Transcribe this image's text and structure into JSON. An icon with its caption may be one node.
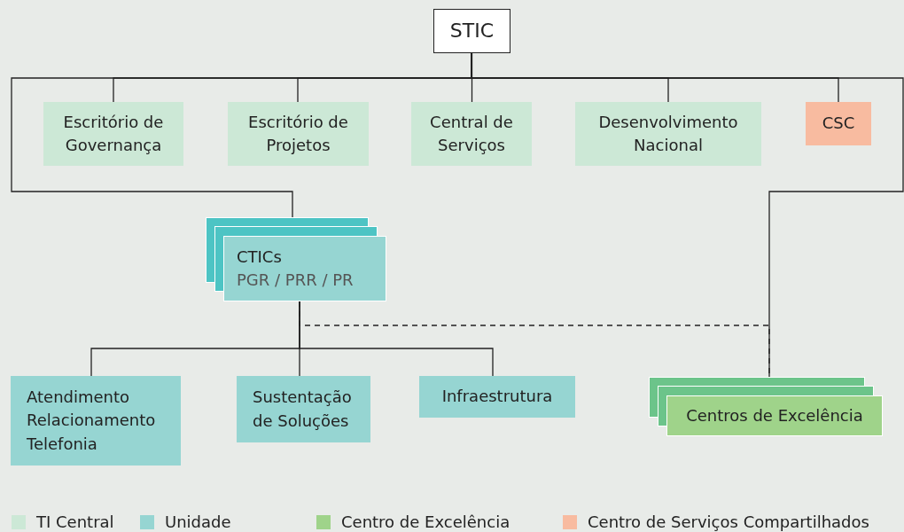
{
  "diagram": {
    "nodes": [
      {
        "text": [
          "STIC"
        ]
      },
      {
        "text": [
          "Escritório de Governança"
        ]
      },
      {
        "text": [
          "Escritório de Projetos"
        ]
      },
      {
        "text": [
          "Central de Serviços"
        ]
      },
      {
        "text": [
          "Desenvolvimento Nacional"
        ]
      },
      {
        "text": [
          "CSC"
        ]
      },
      {
        "text": [
          "CTICs",
          "PGR / PRR / PR"
        ]
      },
      {
        "text": [
          "Atendimento Relacionamento Telefonia"
        ]
      },
      {
        "text": [
          "Sustentação de Soluções"
        ]
      },
      {
        "text": [
          "Infraestrutura"
        ]
      },
      {
        "text": [
          "Centros de Excelência"
        ]
      }
    ],
    "edges": [
      {
        "from": 0,
        "to": 1,
        "arrow": "none"
      },
      {
        "from": 0,
        "to": 2,
        "arrow": "none"
      },
      {
        "from": 0,
        "to": 3,
        "arrow": "none"
      },
      {
        "from": 0,
        "to": 4,
        "arrow": "none"
      },
      {
        "from": 0,
        "to": 5,
        "arrow": "none"
      },
      {
        "from": 0,
        "to": 6,
        "arrow": "none"
      },
      {
        "from": 0,
        "to": 10,
        "arrow": "none"
      },
      {
        "from": 6,
        "to": 7,
        "arrow": "none"
      },
      {
        "from": 6,
        "to": 8,
        "arrow": "none"
      },
      {
        "from": 6,
        "to": 9,
        "arrow": "none"
      },
      {
        "from": 6,
        "to": 10,
        "arrow": "none",
        "style": "dashed"
      }
    ],
    "legend": [
      {
        "text": "TI Central",
        "color": "#cce8d6"
      },
      {
        "text": "Unidade",
        "color": "#96d5d2"
      },
      {
        "text": "Centro de Excelência",
        "color": "#9fd38a"
      },
      {
        "text": "Centro de Serviços Compartilhados",
        "color": "#f8bba0"
      }
    ]
  }
}
